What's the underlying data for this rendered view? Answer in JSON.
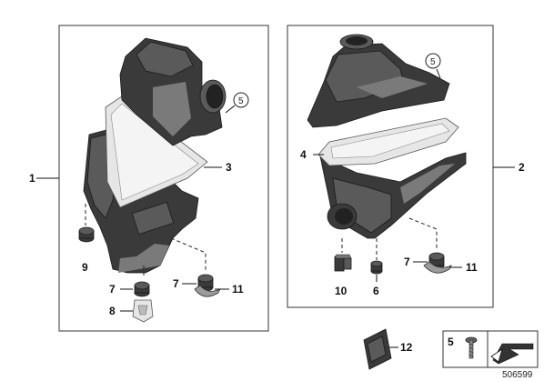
{
  "callouts": {
    "left_group": "1",
    "right_group": "2",
    "filter_left": "3",
    "filter_right": "4",
    "screw_left": "5",
    "screw_right": "5",
    "clip_right": "6",
    "grommet_left": "7",
    "grommet_center": "7",
    "grommet_right": "7",
    "bracket_left": "8",
    "mount_left": "9",
    "holder_right": "10",
    "clip_center": "11",
    "clip_far_right": "11",
    "plate": "12",
    "legend_screw": "5"
  },
  "diagram_id": "506599",
  "colors": {
    "part_dark": "#3a3a3a",
    "part_mid": "#5a5a5a",
    "filter_light": "#e6e6e6",
    "frame": "#333333"
  }
}
